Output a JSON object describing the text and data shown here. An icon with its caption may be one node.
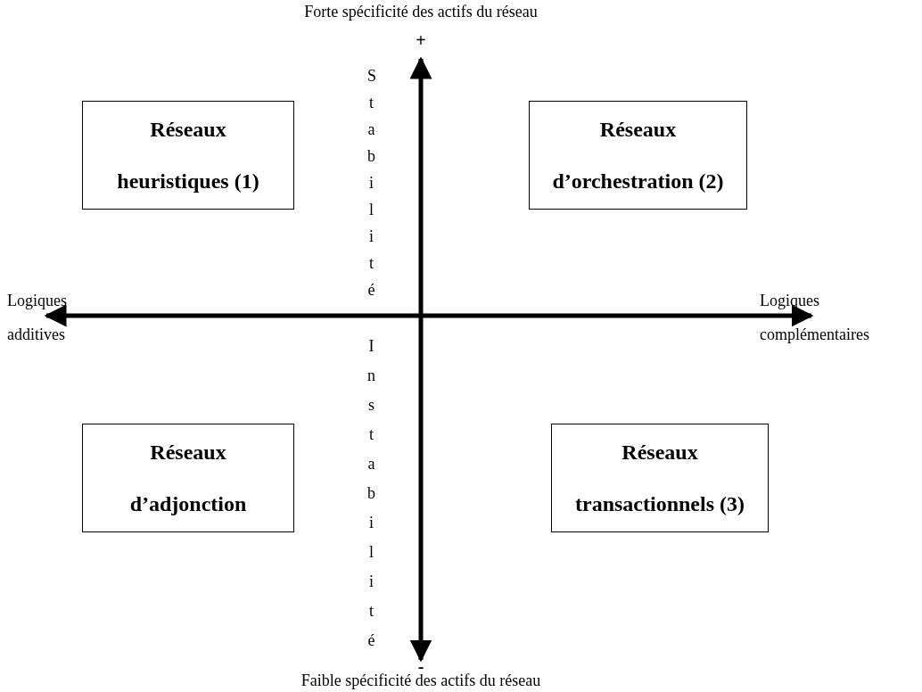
{
  "diagram": {
    "nodes": [
      {
        "text": [
          "Réseaux heuristiques (1)"
        ]
      },
      {
        "text": [
          "Réseaux d’orchestration (2)"
        ]
      },
      {
        "text": [
          "Réseaux d’adjonction"
        ]
      },
      {
        "text": [
          "Réseaux transactionnels (3)"
        ]
      }
    ],
    "labels": [
      "Forte spécificité des actifs du réseau",
      "+",
      "Stabilité",
      "Logiques additives",
      "Logiques complémentaires",
      "Instabilité",
      "-",
      "Faible spécificité des actifs du réseau"
    ]
  }
}
